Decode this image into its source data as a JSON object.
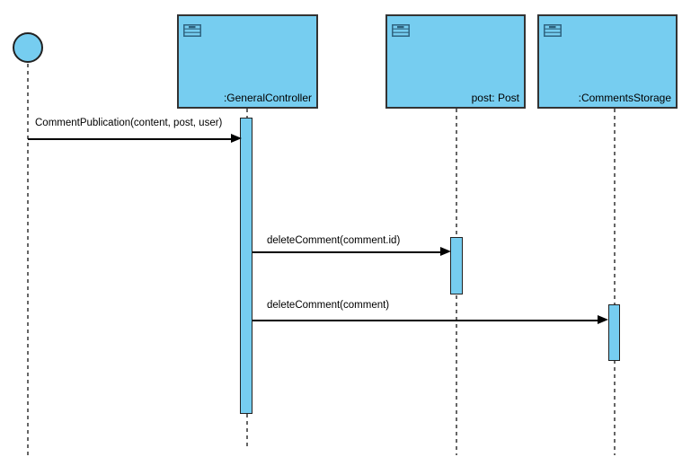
{
  "colors": {
    "shape_fill": "#76cdf0",
    "shape_stroke": "#333333",
    "lifeline_color": "#666666",
    "message_color": "#000000",
    "icon_stroke": "#2f627e"
  },
  "actor": {
    "shape": "circle",
    "label": ""
  },
  "participants": [
    {
      "label": ":GeneralController",
      "icon": "uml-object-icon"
    },
    {
      "label": "post: Post",
      "icon": "uml-object-icon"
    },
    {
      "label": ":CommentsStorage",
      "icon": "uml-object-icon"
    }
  ],
  "messages": [
    {
      "label": "CommentPublication(content, post, user)",
      "from": "actor",
      "to": ":GeneralController"
    },
    {
      "label": "deleteComment(comment.id)",
      "from": ":GeneralController",
      "to": "post: Post"
    },
    {
      "label": "deleteComment(comment)",
      "from": ":GeneralController",
      "to": ":CommentsStorage"
    }
  ]
}
